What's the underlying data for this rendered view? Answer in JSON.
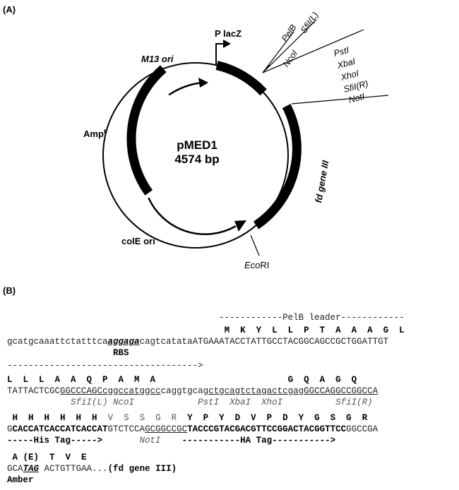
{
  "panels": {
    "a": "(A)",
    "b": "(B)"
  },
  "plasmid": {
    "name": "pMED1",
    "size": "4574 bp",
    "labels": {
      "promoter": "P lacZ",
      "m13_ori": "M13 ori",
      "amp": "Amp",
      "amp_sup": "r",
      "cole_ori": "colE ori",
      "fd_gene": "fd gene III",
      "ecori_italic": "Eco",
      "ecori_rest": "RI"
    },
    "sites_upper": [
      "NcoI",
      "PelB",
      "SfiI(L)"
    ],
    "sites_lower": [
      "PstI",
      "XbaI",
      "XhoI",
      "SfiI(R)",
      "NotI"
    ]
  },
  "sequence": {
    "pelb_header": "------------PelB leader------------",
    "aa1": "M  K  Y  L  L  P  T  A  A  A  G  L",
    "nt1_a": "gcatgcaaattctatttca",
    "nt1_rbs": "aggaga",
    "nt1_b": "cagtcatata",
    "nt1_c": "ATGAAATACCTATTGCCTACGGCAGCCGCTGGATTGT",
    "rbs_label": "RBS",
    "arrow1": "------------------------------------>",
    "aa2_a": "L  L  L  A  A  Q  P  A  M  A",
    "aa2_b": "G  Q  A  G  Q",
    "nt2_a": "TATTACTCGC",
    "nt2_sfil": "GGCCCAGCcggcc",
    "nt2_nco": "atggcc",
    "nt2_mid": "caggtgcag",
    "nt2_pst": "ctgcag",
    "nt2_xba": "tctaga",
    "nt2_xho": "ctcgag",
    "nt2_sfir": "GGCCAGGCCGGCCA",
    "sites2": {
      "sfil": "SfiI(L)",
      "nco": "NcoI",
      "pst": "PstI",
      "xba": "XbaI",
      "xho": "XhoI",
      "sfir": "SfiI(R)"
    },
    "aa3_his": "H  H  H  H  H  H",
    "aa3_gap": "V  S  S  G  R",
    "aa3_ha": "Y  P  Y  D  V  P  D  Y  G  S  G  R",
    "nt3_g": "G",
    "nt3_his": "CACCATCACCATCACCAT",
    "nt3_a": "GTCTCCA",
    "nt3_not": "GCGGCCGC",
    "nt3_ha": "TACCCGTACGACGTTCCGGACTACGGTTCC",
    "nt3_end": "GGCCGA",
    "his_tag": "-----His Tag----->",
    "not_label": "NotI",
    "ha_tag": "-----------HA Tag----------->",
    "aa4": "A (E)  T  V  E",
    "nt4_a": "GCA",
    "nt4_amber": "TAG",
    "nt4_b": " ACTGTTGAA...",
    "nt4_fd": "(fd gene III)",
    "amber_label": "Amber"
  }
}
